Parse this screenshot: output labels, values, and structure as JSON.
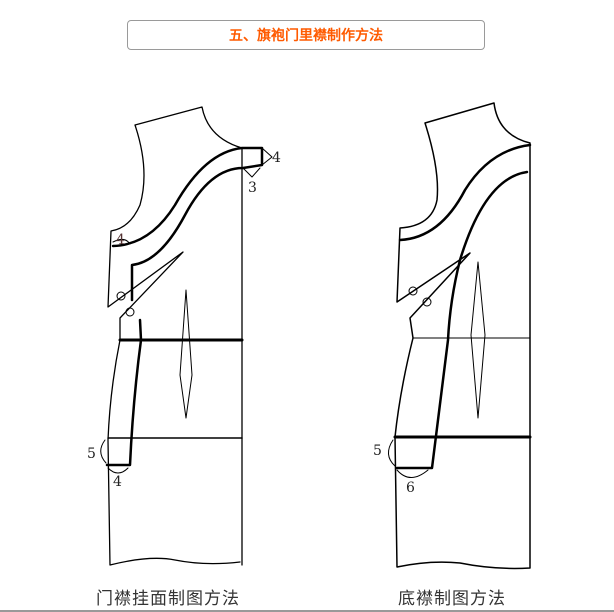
{
  "title": "五、旗袍门里襟制作方法",
  "left_diagram": {
    "caption": "门襟挂面制图方法",
    "labels": {
      "shoulder_width": "4",
      "shoulder_drop": "3",
      "armhole_mark": "4",
      "hem_height": "5",
      "hem_width": "4"
    }
  },
  "right_diagram": {
    "caption": "底襟制图方法",
    "labels": {
      "hem_height": "5",
      "hem_width": "6"
    }
  }
}
